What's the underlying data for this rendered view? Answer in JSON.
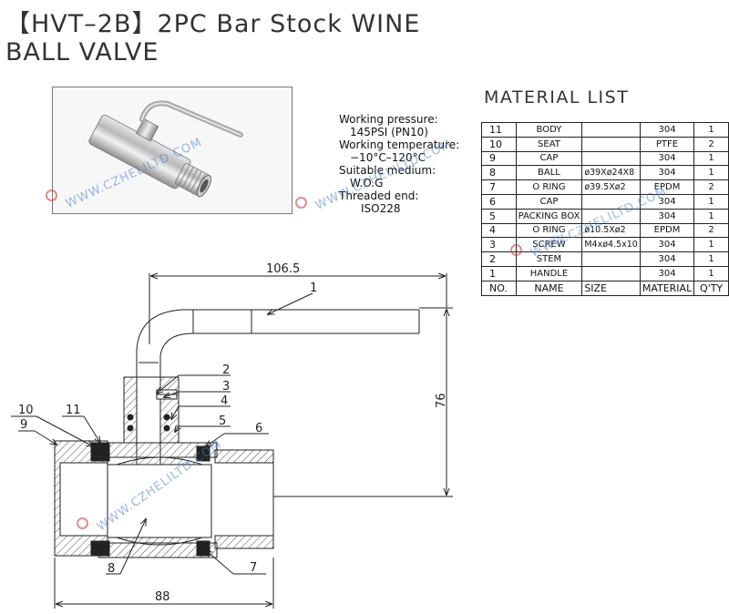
{
  "title": {
    "line1": "【HVT–2B】2PC Bar Stock WINE",
    "line2": "BALL VALVE"
  },
  "specs": {
    "pressure_label": "Working pressure:",
    "pressure_value": "145PSI (PN10)",
    "temperature_label": "Working temperature:",
    "temperature_value": "−10°C–120°C",
    "medium_label": "Suitable medium:",
    "medium_value": "W.O.G",
    "thread_label": "Threaded end:",
    "thread_value": "ISO228"
  },
  "material_list": {
    "title": "MATERIAL LIST",
    "header": {
      "no": "NO.",
      "name": "NAME",
      "size": "SIZE",
      "material": "MATERIAL",
      "qty": "Q'TY"
    },
    "rows": [
      {
        "no": "11",
        "name": "BODY",
        "size": "",
        "material": "304",
        "qty": "1"
      },
      {
        "no": "10",
        "name": "SEAT",
        "size": "",
        "material": "PTFE",
        "qty": "2"
      },
      {
        "no": "9",
        "name": "CAP",
        "size": "",
        "material": "304",
        "qty": "1"
      },
      {
        "no": "8",
        "name": "BALL",
        "size": "ø39Xø24X8",
        "material": "304",
        "qty": "1"
      },
      {
        "no": "7",
        "name": "O RING",
        "size": "ø39.5Xø2",
        "material": "EPDM",
        "qty": "2"
      },
      {
        "no": "6",
        "name": "CAP",
        "size": "",
        "material": "304",
        "qty": "1"
      },
      {
        "no": "5",
        "name": "PACKING BOX",
        "size": "",
        "material": "304",
        "qty": "1"
      },
      {
        "no": "4",
        "name": "O RING",
        "size": "ø10.5Xø2",
        "material": "EPDM",
        "qty": "2"
      },
      {
        "no": "3",
        "name": "SCREW",
        "size": "M4xø4.5x10",
        "material": "304",
        "qty": "1"
      },
      {
        "no": "2",
        "name": "STEM",
        "size": "",
        "material": "304",
        "qty": "1"
      },
      {
        "no": "1",
        "name": "HANDLE",
        "size": "",
        "material": "304",
        "qty": "1"
      }
    ]
  },
  "dimensions": {
    "top": "106.5",
    "height": "76",
    "bottom": "88"
  },
  "callouts": {
    "c1": "1",
    "c2": "2",
    "c3": "3",
    "c4": "4",
    "c5": "5",
    "c6": "6",
    "c7": "7",
    "c8": "8",
    "c9": "9",
    "c10": "10",
    "c11": "11"
  },
  "watermark": {
    "text": "WWW.CZHELILTD.COM"
  }
}
